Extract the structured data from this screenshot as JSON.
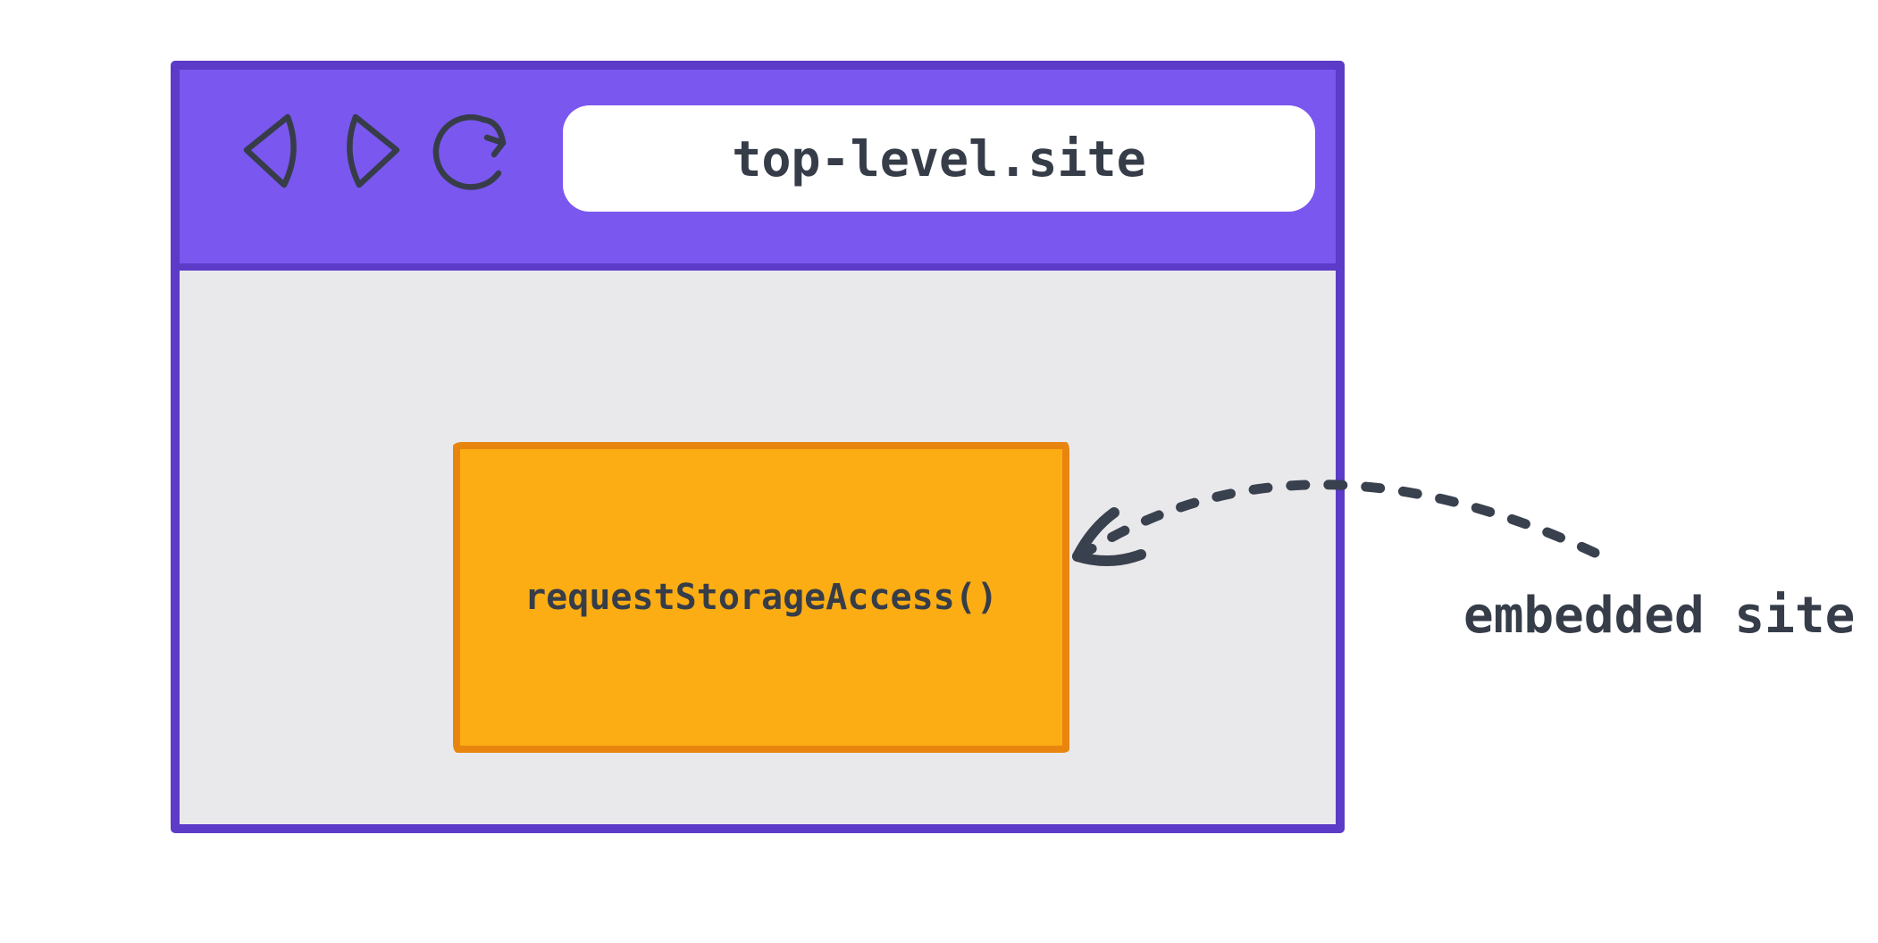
{
  "diagram": {
    "browser_window": {
      "toolbar": {
        "back_icon": "back-arrow",
        "forward_icon": "forward-arrow",
        "reload_icon": "reload-arrow",
        "url_bar": {
          "text": "top-level.site"
        }
      },
      "content": {
        "embedded_frame": {
          "label": "requestStorageAccess()"
        }
      }
    },
    "annotation": {
      "arrow": "dashed-curved-arrow-pointing-to-embedded-frame",
      "label": "embedded site"
    },
    "colors": {
      "toolbar_purple": "#7A57EF",
      "window_border_purple": "#5B3BC7",
      "content_gray": "#E9E9EC",
      "frame_orange": "#FBAD13",
      "frame_border_orange": "#E8850E",
      "ink": "#363D49",
      "url_bar_white": "#FFFFFF",
      "canvas_white": "#FFFFFF"
    }
  }
}
